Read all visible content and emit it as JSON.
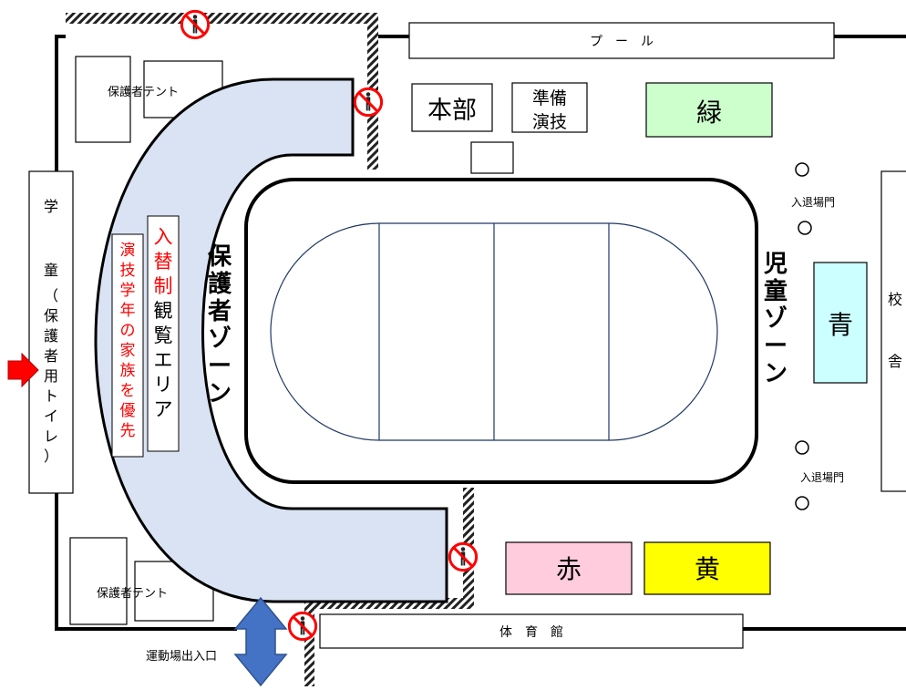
{
  "map": {
    "pool_label": "プ　ー　ル",
    "gym_label": "体　育　館",
    "honbu_label": "本部",
    "junbi_line1": "準備",
    "junbi_line2": "演技",
    "team_green": "緑",
    "team_blue": "青",
    "team_red": "赤",
    "team_yellow": "黄",
    "tent_top": "保護者テント",
    "tent_bottom": "保護者テント",
    "gakudo": [
      "学",
      "童",
      "（",
      "保",
      "護",
      "者",
      "用",
      "ト",
      "イ",
      "レ",
      "）"
    ],
    "school": [
      "校",
      "舎"
    ],
    "gate_top": "入退場門",
    "gate_bottom": "入退場門",
    "guardian_zone": [
      "保",
      "護",
      "者",
      "ゾ",
      "ー",
      "ン"
    ],
    "child_zone": [
      "児",
      "童",
      "ゾ",
      "ー",
      "ン"
    ],
    "rotation_red": [
      "入",
      "替",
      "制"
    ],
    "rotation_black": [
      "観",
      "覧",
      "エ",
      "リ",
      "ア"
    ],
    "priority": [
      "演",
      "技",
      "学",
      "年",
      "の",
      "家",
      "族",
      "を",
      "優",
      "先"
    ],
    "entrance": "運動場出入口"
  },
  "colors": {
    "green": "#ccffcc",
    "blue": "#ccffff",
    "red": "#ffccdd",
    "yellow": "#ffff00",
    "viewing_area": "#dae3f3",
    "arrow_blue": "#4472c4",
    "arrow_red": "#ff0000",
    "text_red": "#ff0000"
  },
  "icons": {
    "no_entry": "no-pedestrian-icon",
    "entrance_arrow": "double-arrow-icon",
    "side_arrow": "arrow-right-icon"
  }
}
